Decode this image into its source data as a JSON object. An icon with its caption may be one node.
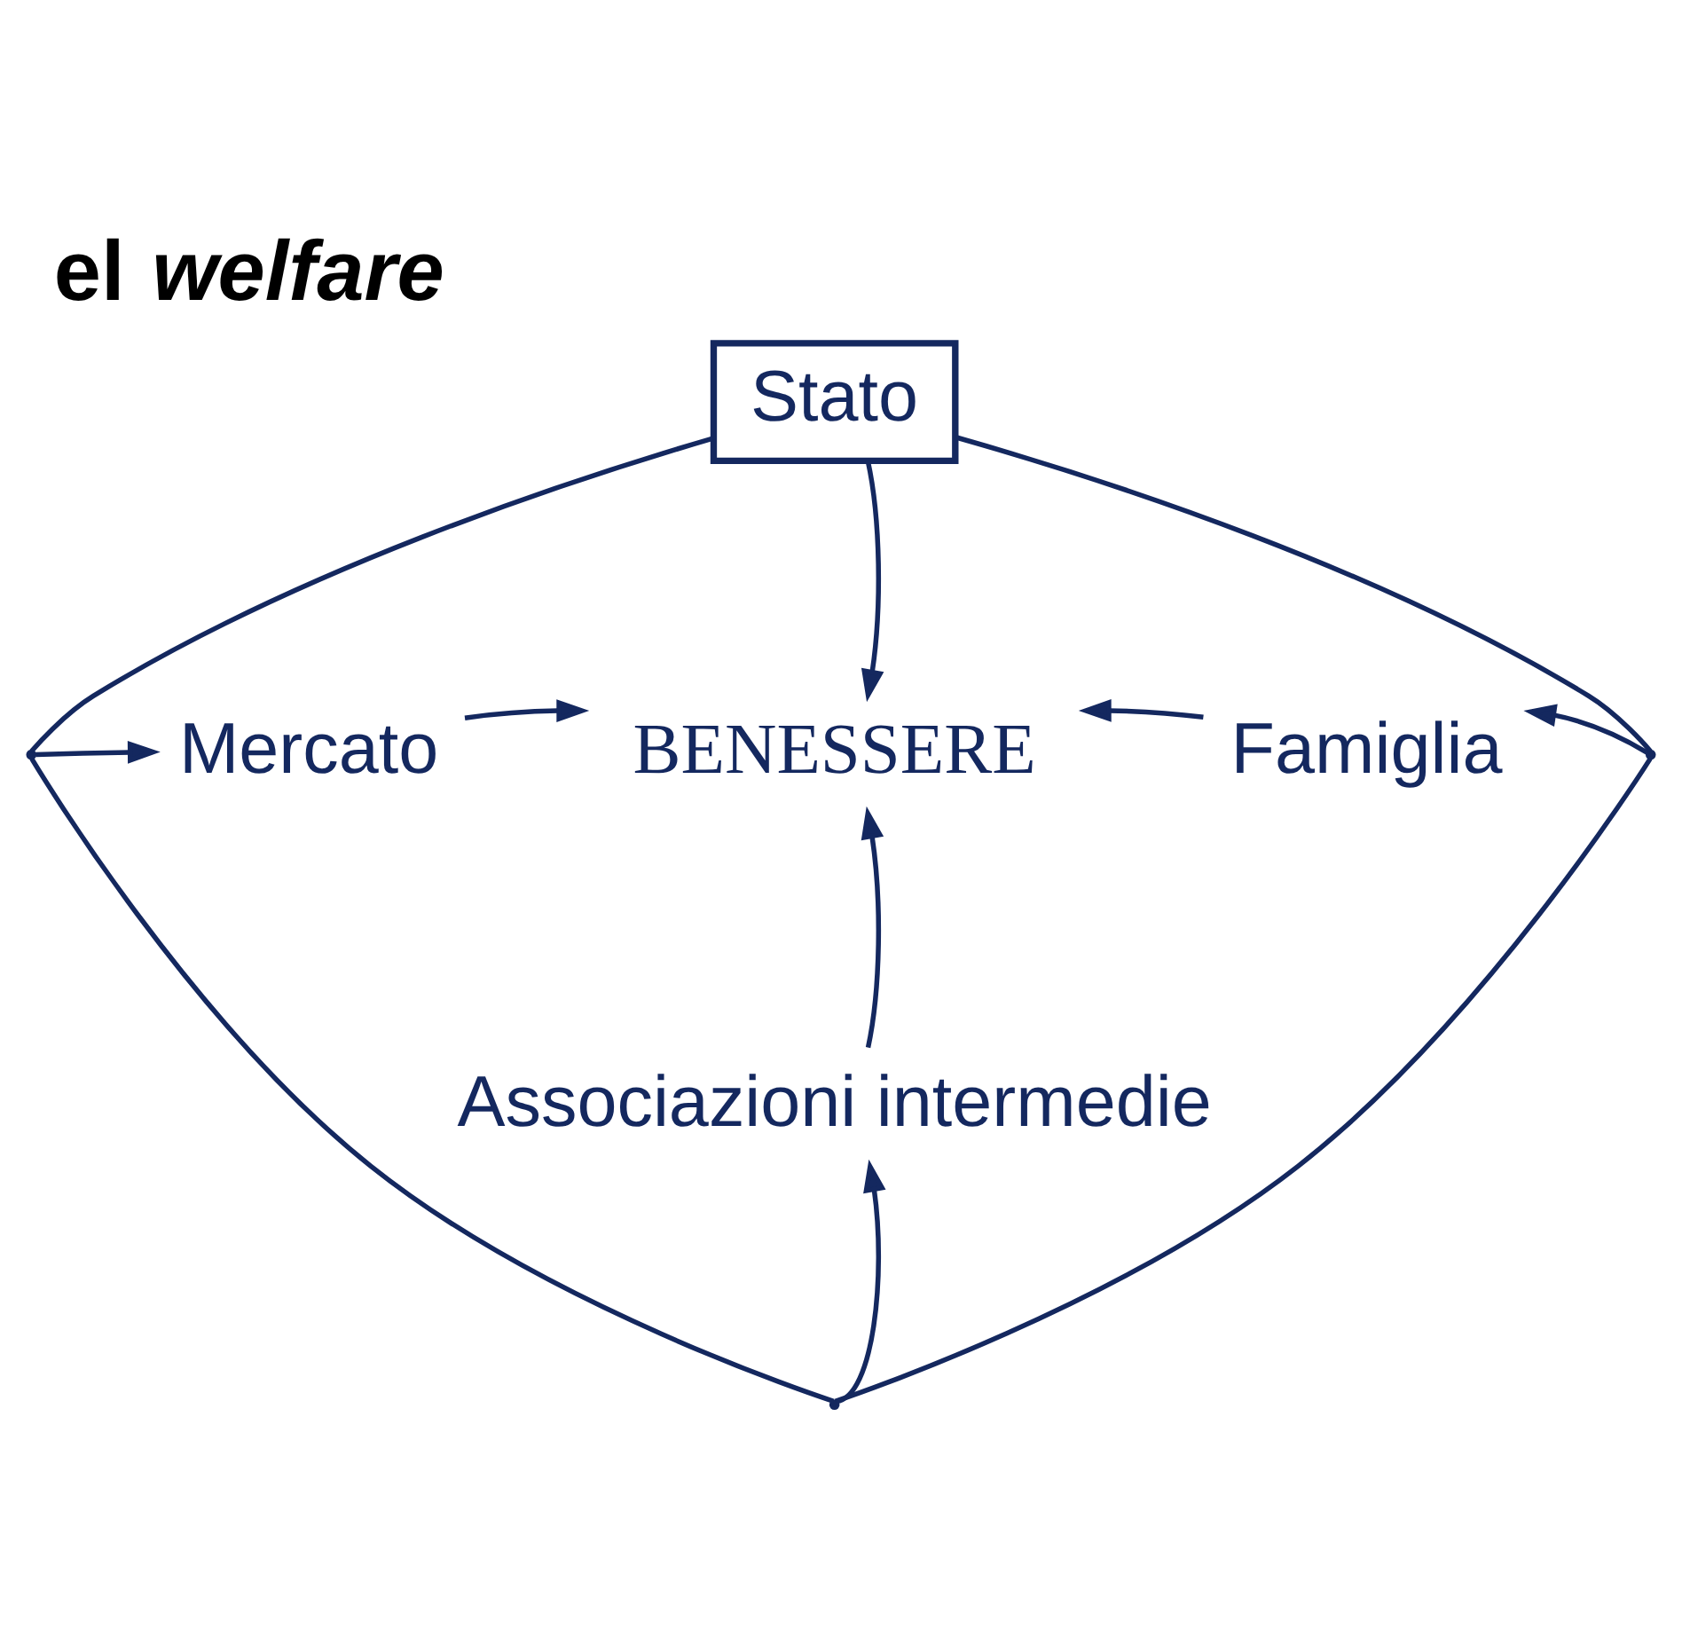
{
  "diagram": {
    "title": "el *welfare*",
    "nodes": [
      {
        "text": [
          "Stato"
        ]
      },
      {
        "text": [],
        "shape": "point"
      },
      {
        "text": [
          "Mercato"
        ]
      },
      {
        "text": [
          "BENESSERE"
        ]
      },
      {
        "text": [
          "Famiglia"
        ]
      },
      {
        "text": [],
        "shape": "point"
      },
      {
        "text": [
          "Associazioni intermedie"
        ]
      },
      {
        "text": [],
        "shape": "point"
      }
    ],
    "edges": [
      {
        "from": 0,
        "to": 1,
        "arrow": "none"
      },
      {
        "from": 0,
        "to": 5,
        "arrow": "none"
      },
      {
        "from": 0,
        "to": 3,
        "arrow": "to"
      },
      {
        "from": 1,
        "to": 2,
        "arrow": "to"
      },
      {
        "from": 2,
        "to": 3,
        "arrow": "to"
      },
      {
        "from": 4,
        "to": 3,
        "arrow": "to"
      },
      {
        "from": 5,
        "to": 4,
        "arrow": "to"
      },
      {
        "from": 6,
        "to": 3,
        "arrow": "to"
      },
      {
        "from": 1,
        "to": 7,
        "arrow": "none"
      },
      {
        "from": 5,
        "to": 7,
        "arrow": "none"
      },
      {
        "from": 7,
        "to": 6,
        "arrow": "to"
      }
    ]
  }
}
